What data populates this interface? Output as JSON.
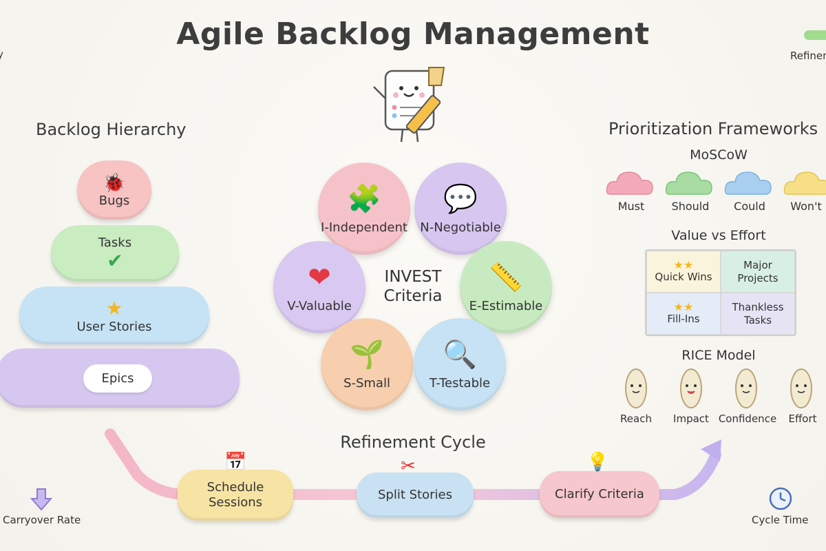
{
  "title": "Agile Backlog Management",
  "hierarchy": {
    "title": "Backlog Hierarchy",
    "layers": [
      {
        "label": "Bugs",
        "icon": "ladybug-icon",
        "color": "#f7c3c3"
      },
      {
        "label": "Tasks",
        "icon": "checkmark-icon",
        "color": "#c9ecc0"
      },
      {
        "label": "User Stories",
        "icon": "star-icon",
        "color": "#c6e3f5"
      },
      {
        "label": "Epics",
        "icon": "cloud-icon",
        "color": "#d6c7f0"
      }
    ]
  },
  "invest": {
    "center_label": "INVEST\nCriteria",
    "items": [
      {
        "label": "I-Independent",
        "icon": "puzzle-icon",
        "color": "#f6c2c9"
      },
      {
        "label": "N-Negotiable",
        "icon": "speech-bubble-icon",
        "color": "#d7c6f0"
      },
      {
        "label": "E-Estimable",
        "icon": "ruler-icon",
        "color": "#c8eac0"
      },
      {
        "label": "T-Testable",
        "icon": "magnifier-icon",
        "color": "#c6e2f4"
      },
      {
        "label": "S-Small",
        "icon": "sprout-icon",
        "color": "#f8cfae"
      },
      {
        "label": "V-Valuable",
        "icon": "heart-icon",
        "color": "#d9c8f1"
      }
    ]
  },
  "prioritization": {
    "title": "Prioritization Frameworks",
    "moscow": {
      "title": "MoSCoW",
      "items": [
        {
          "label": "Must",
          "color": "#f4a9b8"
        },
        {
          "label": "Should",
          "color": "#a8dca2"
        },
        {
          "label": "Could",
          "color": "#a9cff0"
        },
        {
          "label": "Won't",
          "color": "#f6df86"
        }
      ]
    },
    "value_effort": {
      "title": "Value vs Effort",
      "cells": [
        {
          "label": "Quick Wins",
          "stars": "★★",
          "color": "#fbf4dc"
        },
        {
          "label": "Major\nProjects",
          "stars": "",
          "color": "#d8efe4"
        },
        {
          "label": "Fill-Ins",
          "stars": "★★",
          "color": "#e3ecf7"
        },
        {
          "label": "Thankless\nTasks",
          "stars": "",
          "color": "#e5e3f4"
        }
      ]
    },
    "rice": {
      "title": "RICE Model",
      "items": [
        "Reach",
        "Impact",
        "Confidence",
        "Effort"
      ]
    }
  },
  "refinement": {
    "title": "Refinement Cycle",
    "steps": [
      {
        "label": "Schedule\nSessions",
        "icon": "calendar-icon",
        "color": "#f7e3a3"
      },
      {
        "label": "Split Stories",
        "icon": "scissors-icon",
        "color": "#c8e2f3"
      },
      {
        "label": "Clarify Criteria",
        "icon": "lightbulb-icon",
        "color": "#f6c7cc"
      }
    ]
  },
  "metrics": {
    "carryover": "Carryover Rate",
    "cycle_time": "Cycle Time",
    "top_right": "Refinem"
  }
}
